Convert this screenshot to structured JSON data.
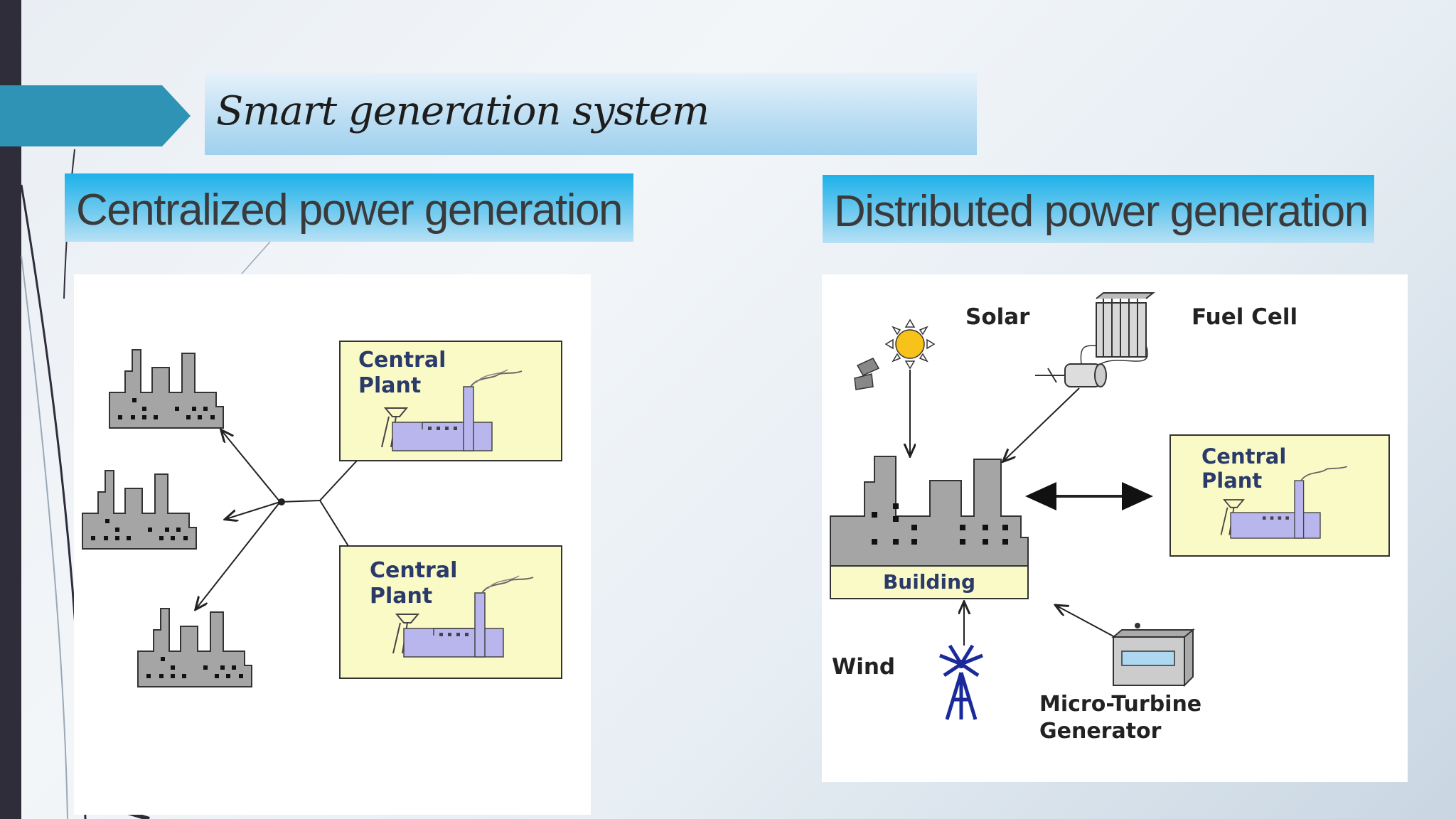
{
  "slide": {
    "title": "Smart generation system"
  },
  "left": {
    "heading": "Centralized power generation",
    "diagram": {
      "plant_label_line1": "Central",
      "plant_label_line2": "Plant"
    }
  },
  "right": {
    "heading": "Distributed power generation",
    "diagram": {
      "solar": "Solar",
      "fuel_cell": "Fuel Cell",
      "plant_label_line1": "Central",
      "plant_label_line2": "Plant",
      "building": "Building",
      "wind": "Wind",
      "turbine_line1": "Micro-Turbine",
      "turbine_line2": "Generator"
    }
  },
  "colors": {
    "accent": "#2e93b4",
    "heading_bar": "#1cb2ea",
    "plant_fill": "#fafac6",
    "factory_gray": "#a5a5a5",
    "plant_building": "#b9b6ee"
  }
}
